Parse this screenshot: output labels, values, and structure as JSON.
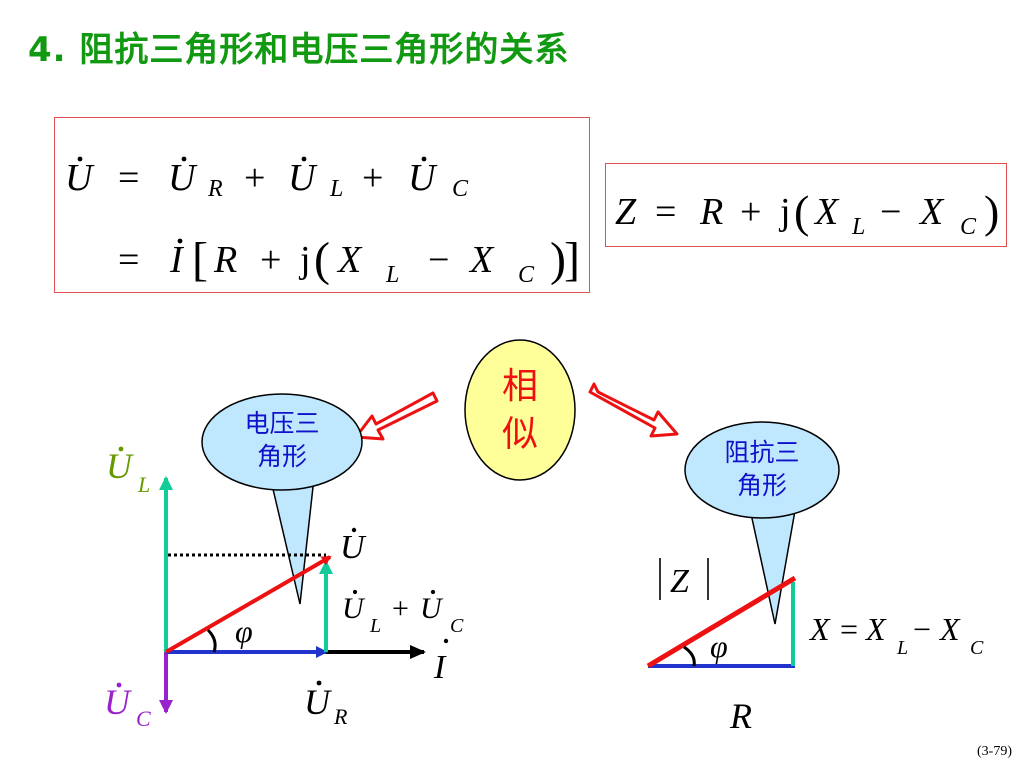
{
  "title": "4. 阻抗三角形和电压三角形的关系",
  "equations": {
    "U": "U",
    "UR": "U",
    "UL": "U",
    "UC": "U",
    "sub_R": "R",
    "sub_L": "L",
    "sub_C": "C",
    "I": "I",
    "R": "R",
    "j": "j",
    "X": "X",
    "Z": "Z"
  },
  "similar_label": [
    "相",
    "似"
  ],
  "callouts": {
    "voltage_triangle": [
      "电压三",
      "角形"
    ],
    "impedance_triangle": [
      "阻抗三",
      "角形"
    ]
  },
  "voltage_diagram": {
    "U_L": "U",
    "U_L_sub": "L",
    "U_C": "U",
    "U_C_sub": "C",
    "U": "U",
    "U_R": "U",
    "U_R_sub": "R",
    "I": "I",
    "phi": "φ",
    "ULC_a": "U",
    "ULC_a_sub": "L",
    "ULC_b": "U",
    "ULC_b_sub": "C"
  },
  "impedance_diagram": {
    "absZ": "Z",
    "phi": "φ",
    "R": "R",
    "X": "X",
    "XL": "X",
    "XL_sub": "L",
    "XC": "X",
    "XC_sub": "C"
  },
  "colors": {
    "title": "#119911",
    "red": "#ee1111",
    "teal": "#11cc99",
    "purple": "#9922cc",
    "blue": "#2233cc",
    "olive": "#669900",
    "bubble_fill": "#bfe8ff",
    "similar_fill": "#ffff99",
    "box_border": "#e05050"
  },
  "footer": "(3-79)"
}
